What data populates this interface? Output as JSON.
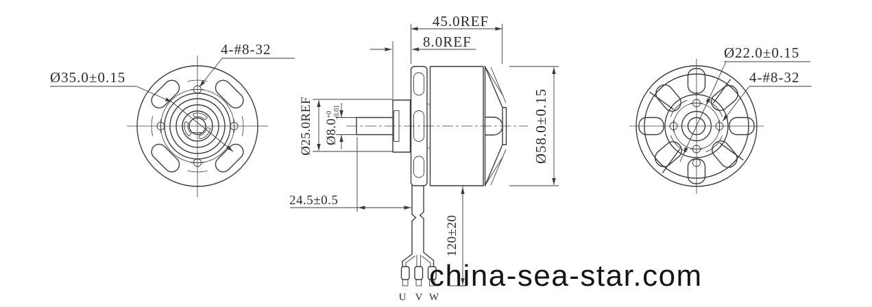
{
  "title": "brushless-motor-engineering-drawing",
  "colors": {
    "background": "#ffffff",
    "line": "#3a3a3a",
    "text": "#2b2b2b",
    "watermark": "#141414"
  },
  "watermark": {
    "text": "china-sea-star.com"
  },
  "front_view": {
    "screw_spec": "4-#8-32",
    "bolt_circle_diameter": "Ø35.0±0.15"
  },
  "side_view": {
    "overall_length": "45.0REF",
    "boss_thickness": "8.0REF",
    "boss_diameter": "Ø25.0REF",
    "shaft_diameter": "Ø8.0",
    "shaft_tol_upper": "+0",
    "shaft_tol_lower": "-0.01",
    "body_diameter": "Ø58.0±0.15",
    "shaft_length": "24.5±0.5",
    "wire_length": "120±20",
    "wire_labels": [
      "U",
      "V",
      "W"
    ]
  },
  "rear_view": {
    "bolt_circle_diameter": "Ø22.0±0.15",
    "screw_spec": "4-#8-32"
  }
}
